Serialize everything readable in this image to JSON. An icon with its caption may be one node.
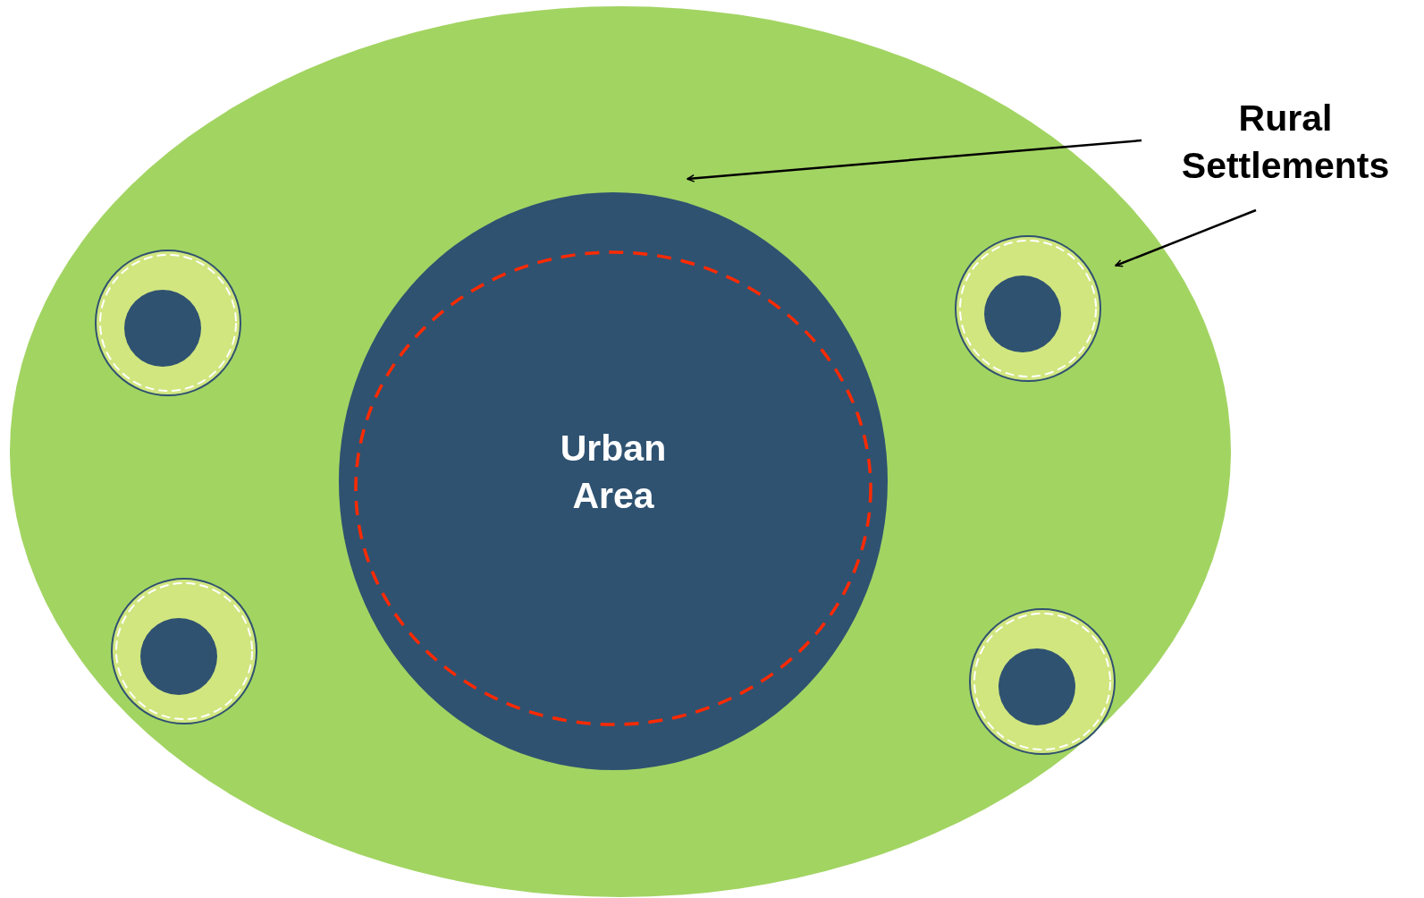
{
  "diagram": {
    "nodes": [
      {
        "text": [],
        "shape": "ellipse"
      },
      {
        "text": [
          "Urban Area"
        ],
        "in": 0
      },
      {
        "text": [],
        "shape": "circle",
        "in": 0
      },
      {
        "text": [],
        "shape": "circle",
        "in": 0
      },
      {
        "text": [],
        "shape": "circle",
        "in": 0
      },
      {
        "text": [],
        "shape": "circle",
        "in": 0
      },
      {
        "text": [
          "Rural Settlements"
        ]
      }
    ],
    "edges": [
      {
        "from": 6,
        "to": 0,
        "arrow": "to"
      },
      {
        "from": 6,
        "to": 4,
        "arrow": "to"
      }
    ]
  }
}
